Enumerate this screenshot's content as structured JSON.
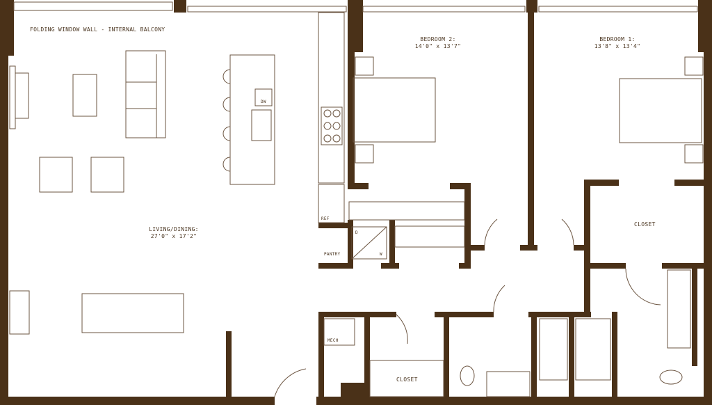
{
  "title": "FOLDING WINDOW WALL - INTERNAL BALCONY",
  "rooms": {
    "bedroom2": {
      "name": "BEDROOM 2:",
      "size": "14'0\" x 13'7\""
    },
    "bedroom1": {
      "name": "BEDROOM 1:",
      "size": "13'8\" x 13'4\""
    },
    "living": {
      "name": "LIVING/DINING:",
      "size": "27'0\" x 17'2\""
    },
    "closet1": "CLOSET",
    "closet2": "CLOSET"
  },
  "fixtures": {
    "dw": "DW",
    "ref": "REF",
    "pantry": "PANTRY",
    "dryer": "D",
    "washer": "W",
    "mech": "MECH"
  },
  "colors": {
    "wall": "#4a3118",
    "line": "#5a4330"
  }
}
